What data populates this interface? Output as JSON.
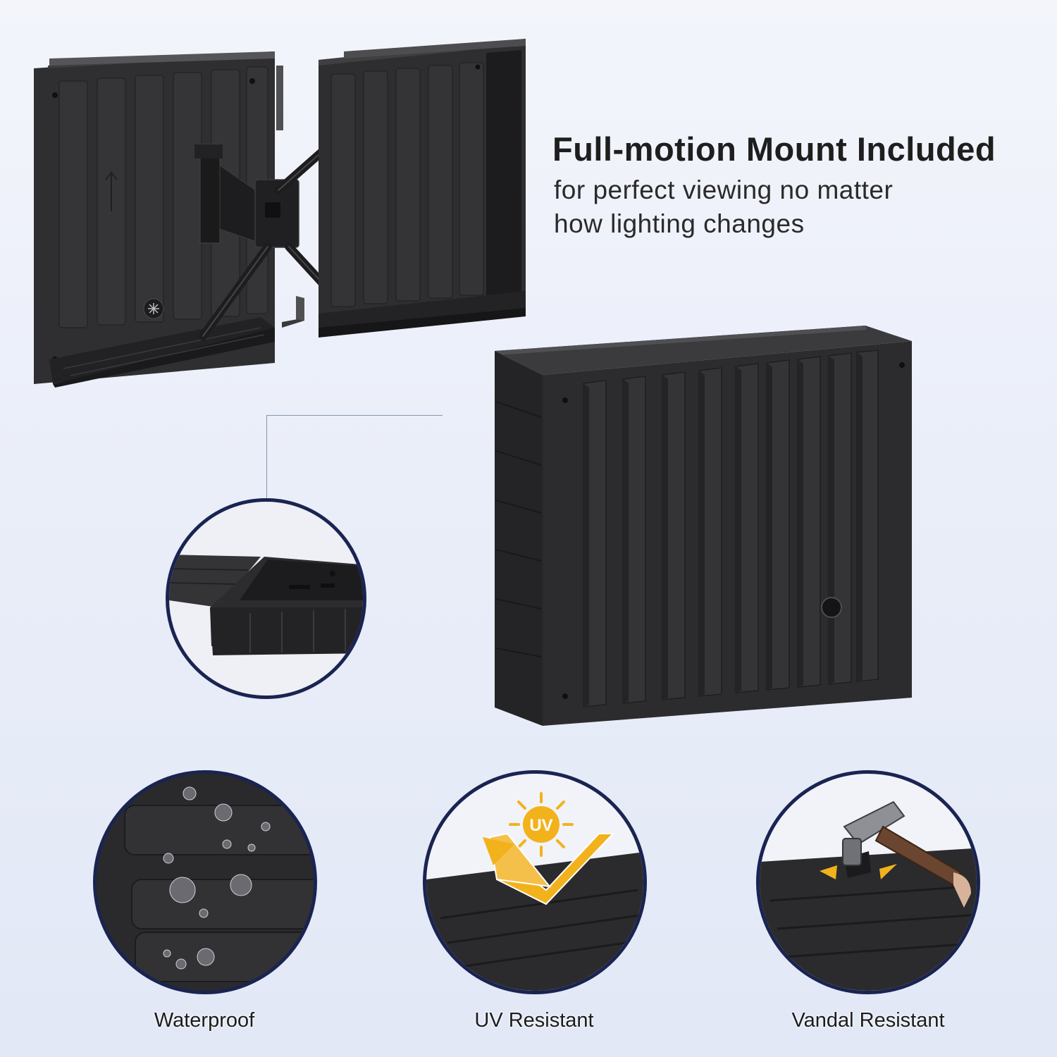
{
  "headline": {
    "title": "Full-motion Mount Included",
    "subtitle_line1": "for perfect viewing no matter",
    "subtitle_line2": "how lighting changes"
  },
  "features": [
    {
      "label": "Waterproof",
      "icon": "water-droplets-icon"
    },
    {
      "label": "UV Resistant",
      "icon": "uv-sun-icon",
      "badge": "UV"
    },
    {
      "label": "Vandal Resistant",
      "icon": "hammer-icon"
    }
  ],
  "colors": {
    "background_top": "#f3f5fb",
    "background_bottom": "#e2e8f6",
    "enclosure": "#2b2b2d",
    "circle_border": "#1a2451",
    "uv_accent": "#f2b21c"
  }
}
